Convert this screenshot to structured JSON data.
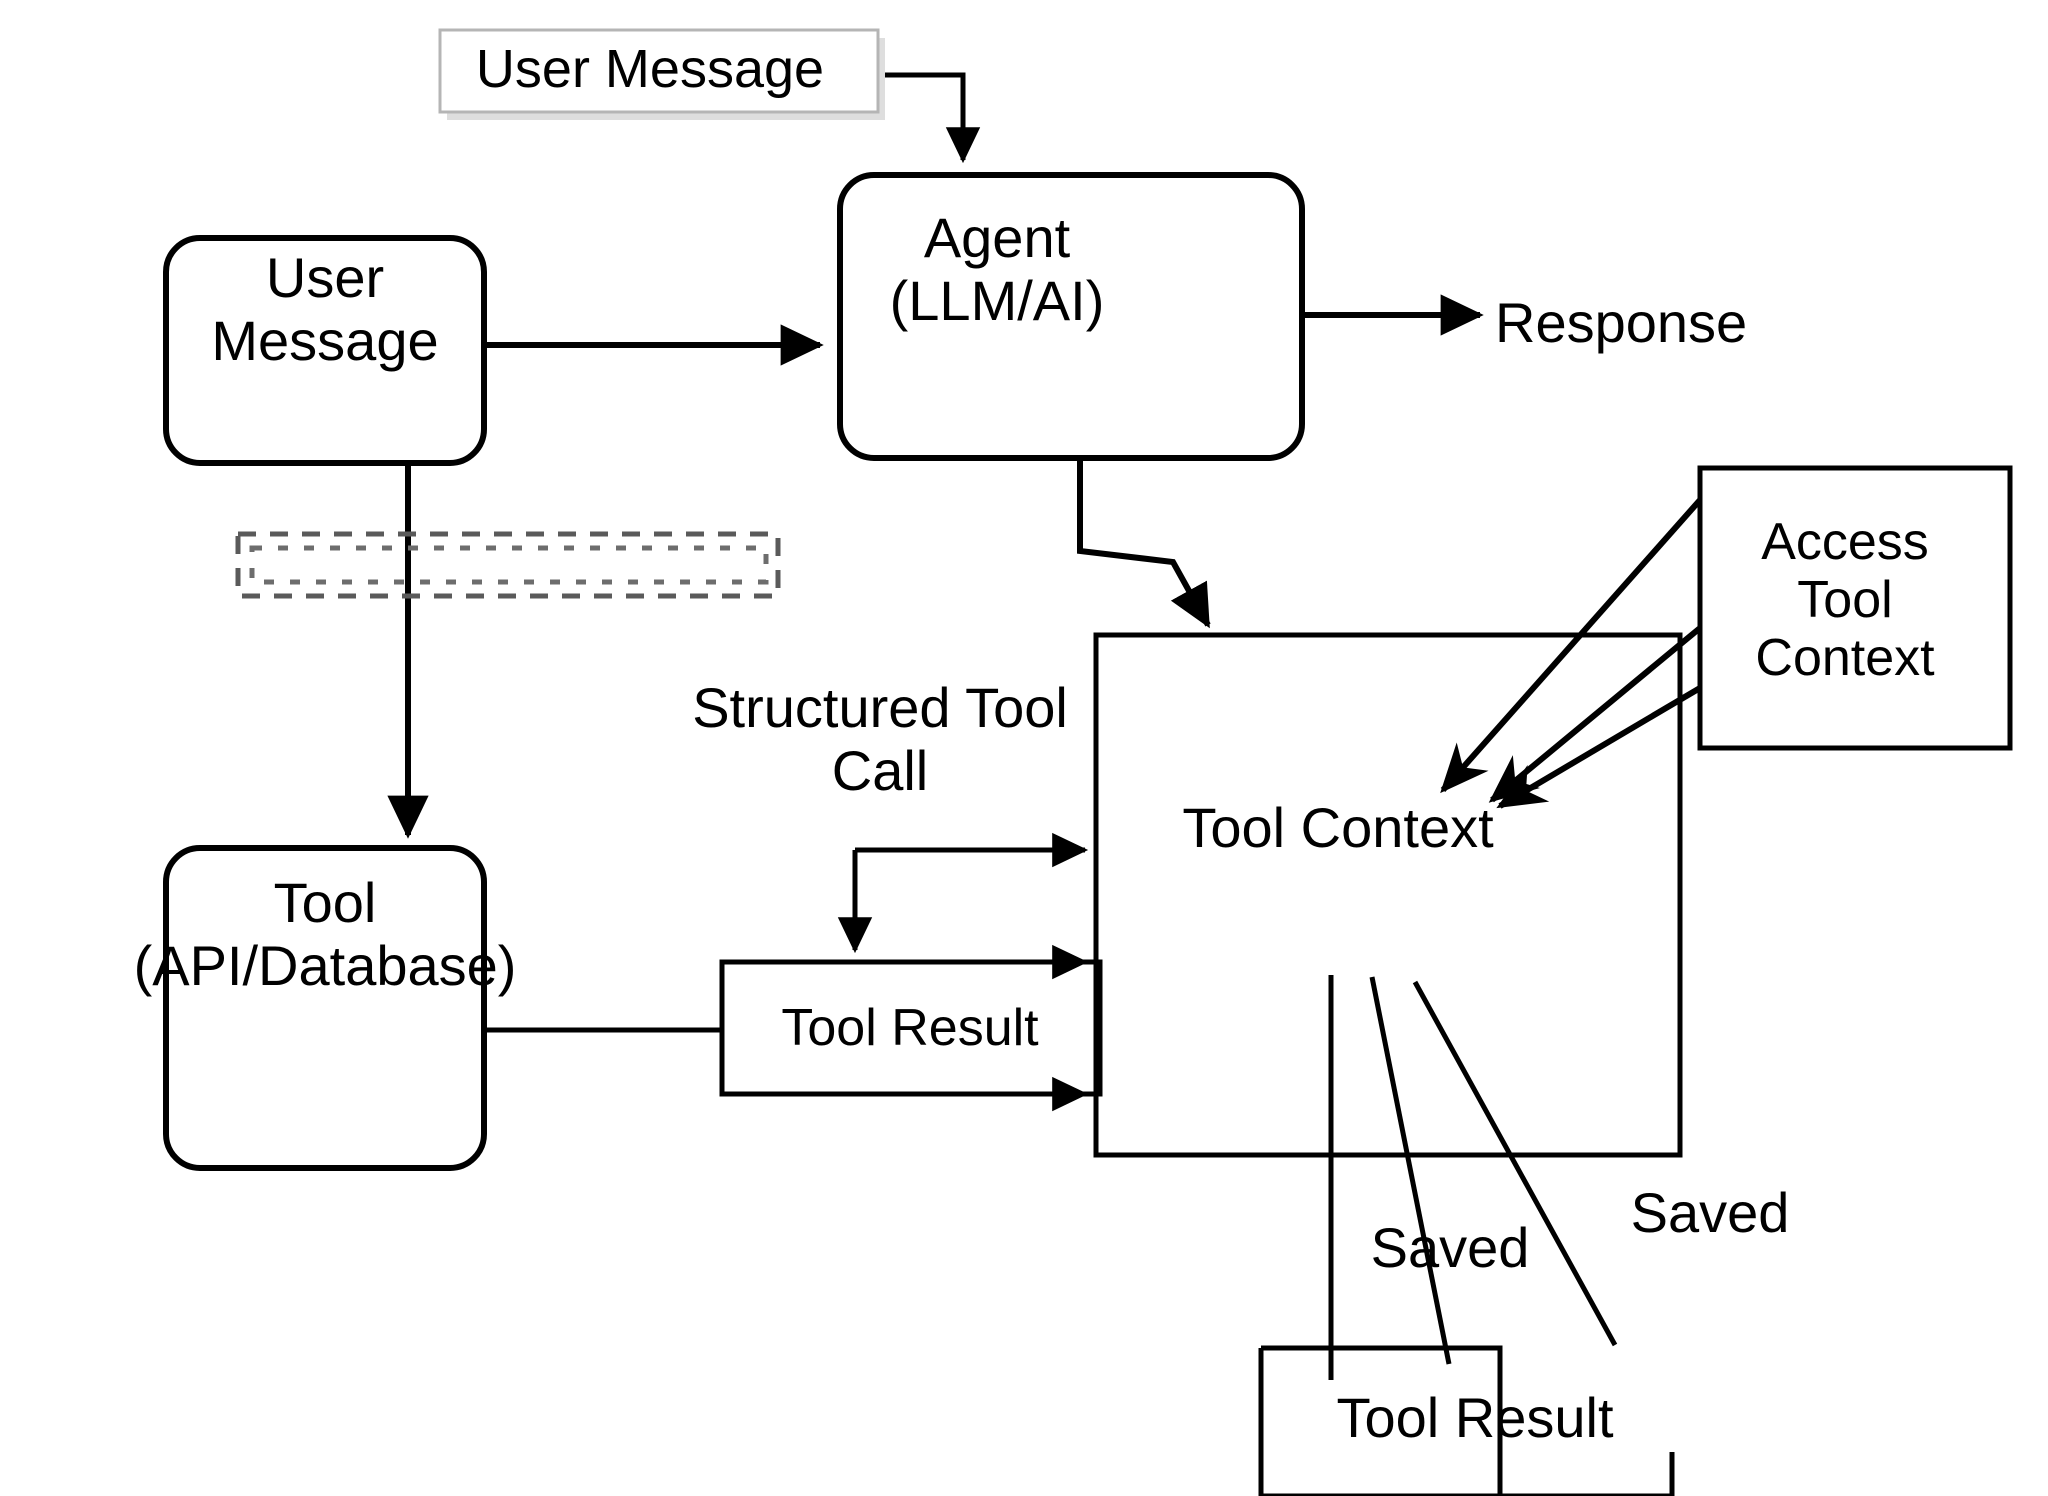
{
  "diagram": {
    "title": "Agent Tool Context Flow",
    "stroke_color": "#000000",
    "background_color": "#ffffff",
    "muted_border_color": "#b5b5b5",
    "nodes": {
      "user_message_top": {
        "label": "User Message",
        "shape": "rectangle-shadow"
      },
      "user_message": {
        "label": "User Message",
        "shape": "rounded-rectangle"
      },
      "agent": {
        "label": "Agent\n(LLM/AI)",
        "shape": "rounded-rectangle"
      },
      "tool": {
        "label": "Tool\n(API/Database)",
        "shape": "rounded-rectangle"
      },
      "tool_context": {
        "label": "Tool Context",
        "shape": "rectangle"
      },
      "tool_result_middle": {
        "label": "Tool Result",
        "shape": "rectangle"
      },
      "tool_result_bottom": {
        "label": "Tool Result",
        "shape": "rectangle"
      },
      "access_tool_context": {
        "label": "Access\nTool\nContext",
        "shape": "rectangle"
      },
      "dashed_placeholder": {
        "label": "",
        "shape": "dashed-rectangle"
      }
    },
    "edge_labels": {
      "response": "Response",
      "structured_tool_call": "Structured Tool\nCall",
      "saved_1": "Saved",
      "saved_2": "Saved"
    }
  }
}
